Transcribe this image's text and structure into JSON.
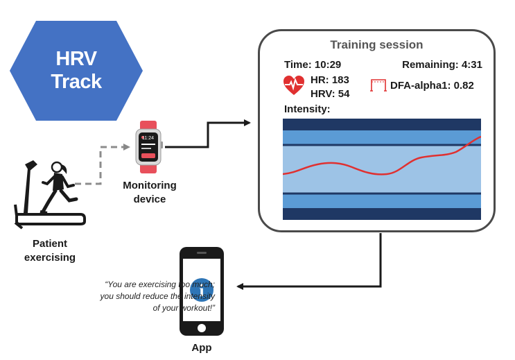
{
  "logo": {
    "line1": "HRV",
    "line2": "Track"
  },
  "patient": {
    "label_line1": "Patient",
    "label_line2": "exercising"
  },
  "device": {
    "label_line1": "Monitoring",
    "label_line2": "device",
    "watch_time": "11:24"
  },
  "session": {
    "title": "Training session",
    "time": "Time: 10:29",
    "remaining": "Remaining: 4:31",
    "hr": "HR: 183",
    "hrv": "HRV: 54",
    "dfa": "DFA-alpha1: 0.82",
    "intensity_label": "Intensity:"
  },
  "app": {
    "label": "App",
    "icon_letter": "i",
    "message_line1": "“You are exercising too much;",
    "message_line2": "you should reduce the intensity",
    "message_line3": "of your workout!”"
  },
  "colors": {
    "hexagon": "#4472C4",
    "band_dark": "#1F3864",
    "band_mid": "#5B9BD5",
    "band_light": "#9DC3E6",
    "curve": "#E03030",
    "heart": "#E03030",
    "watch": "#E8505B",
    "info": "#2E75B6"
  }
}
